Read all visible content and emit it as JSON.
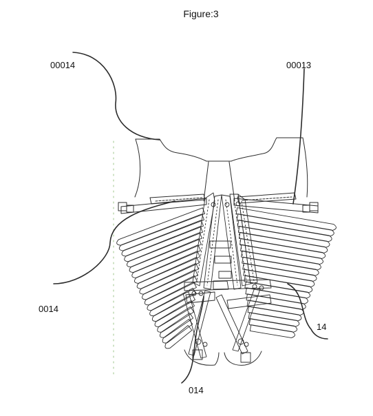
{
  "figure": {
    "title": "Figure:3"
  },
  "reference_labels": {
    "top_left": "00014",
    "top_right": "00013",
    "left": "0014",
    "right": "14",
    "bottom": "014"
  },
  "colors": {
    "line": "#2b2b2b",
    "guide": "#9cc48a"
  }
}
